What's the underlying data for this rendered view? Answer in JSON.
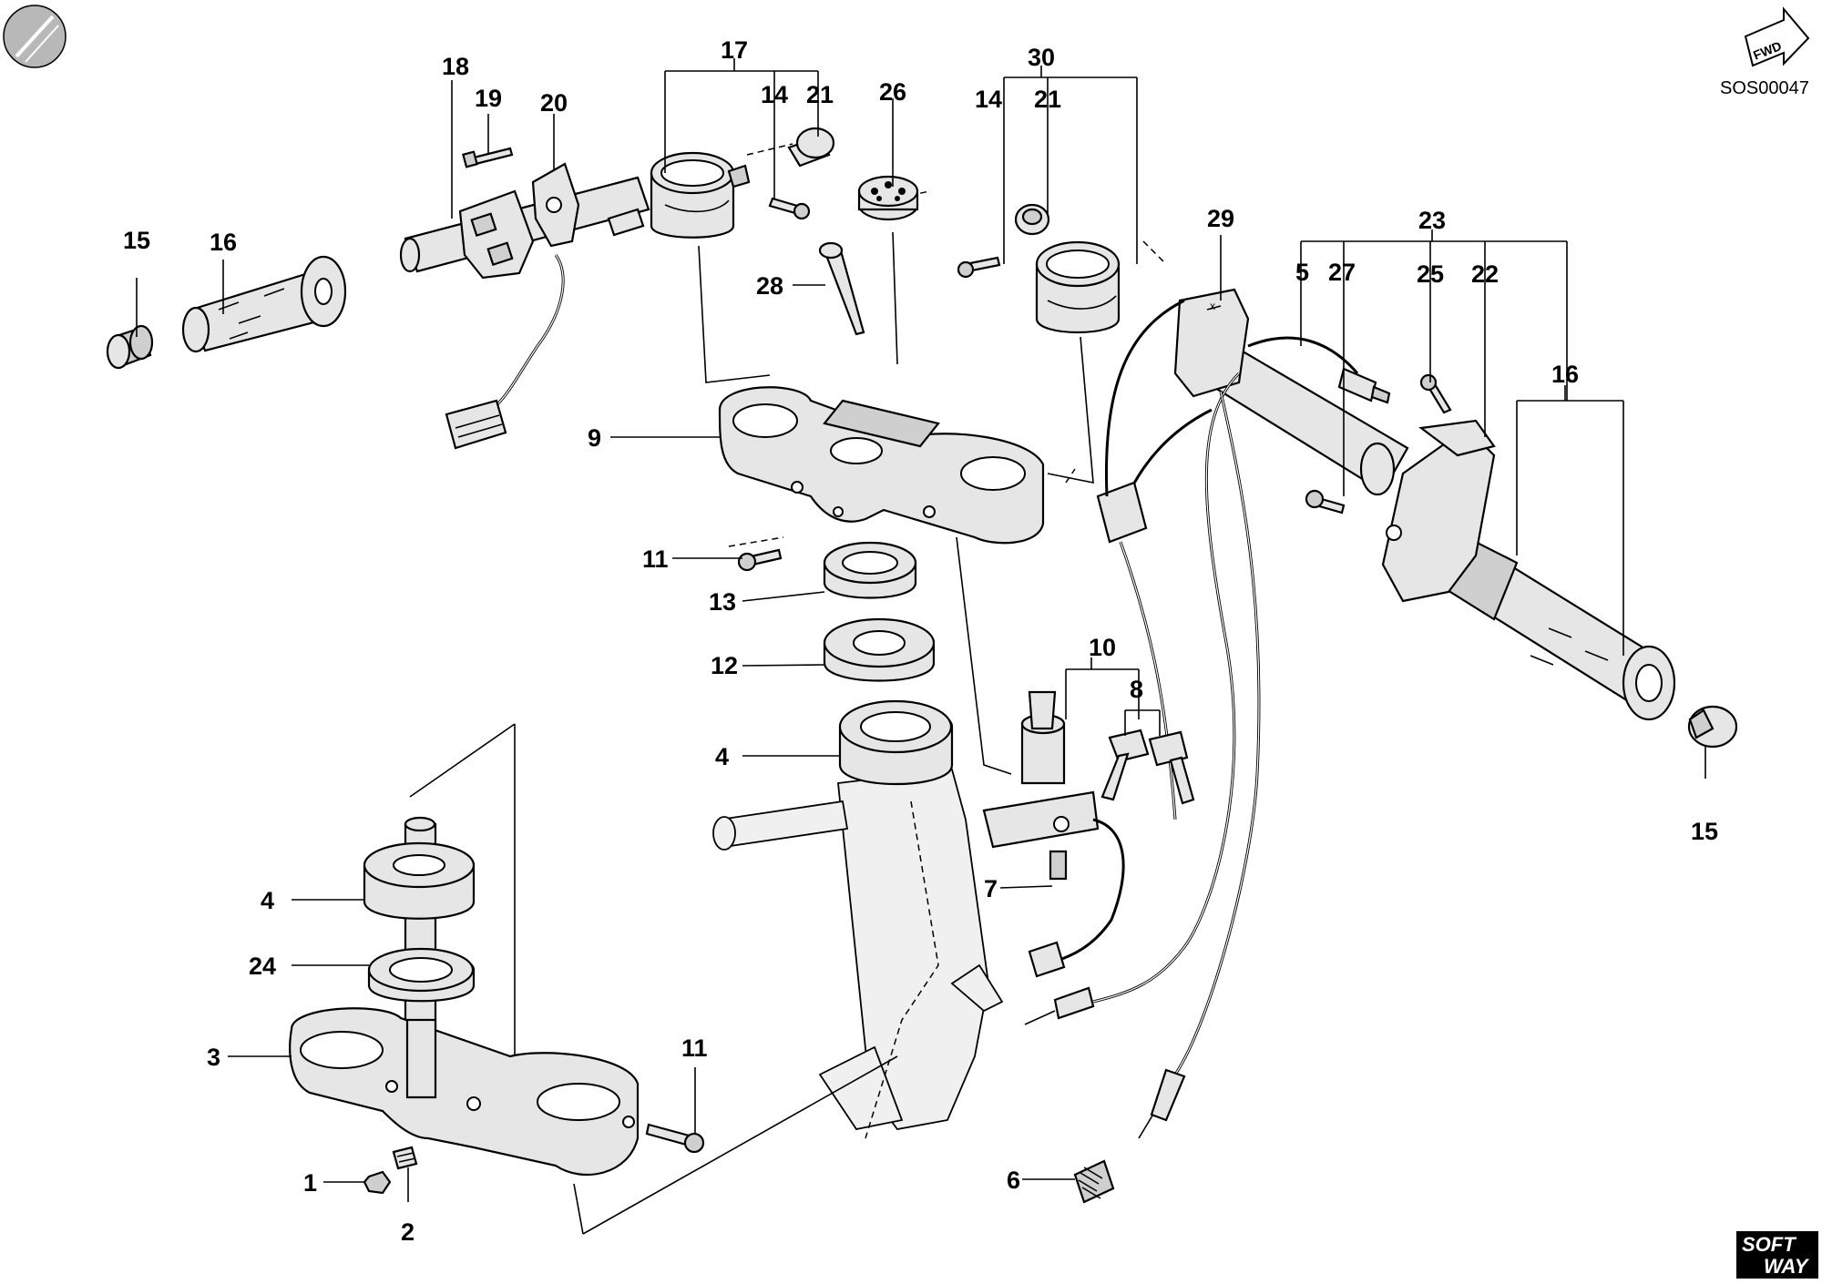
{
  "drawing_code": "SOS00047",
  "fwd_label": "FWD",
  "logo_text": [
    "SOFT",
    "WAY"
  ],
  "callouts": [
    "17",
    "14",
    "21",
    "30",
    "14",
    "21",
    "18",
    "19",
    "20",
    "26",
    "15",
    "16",
    "29",
    "23",
    "5",
    "27",
    "25",
    "22",
    "28",
    "16",
    "9",
    "11",
    "13",
    "12",
    "10",
    "8",
    "4",
    "4",
    "7",
    "24",
    "3",
    "11",
    "1",
    "2",
    "6",
    "15"
  ]
}
